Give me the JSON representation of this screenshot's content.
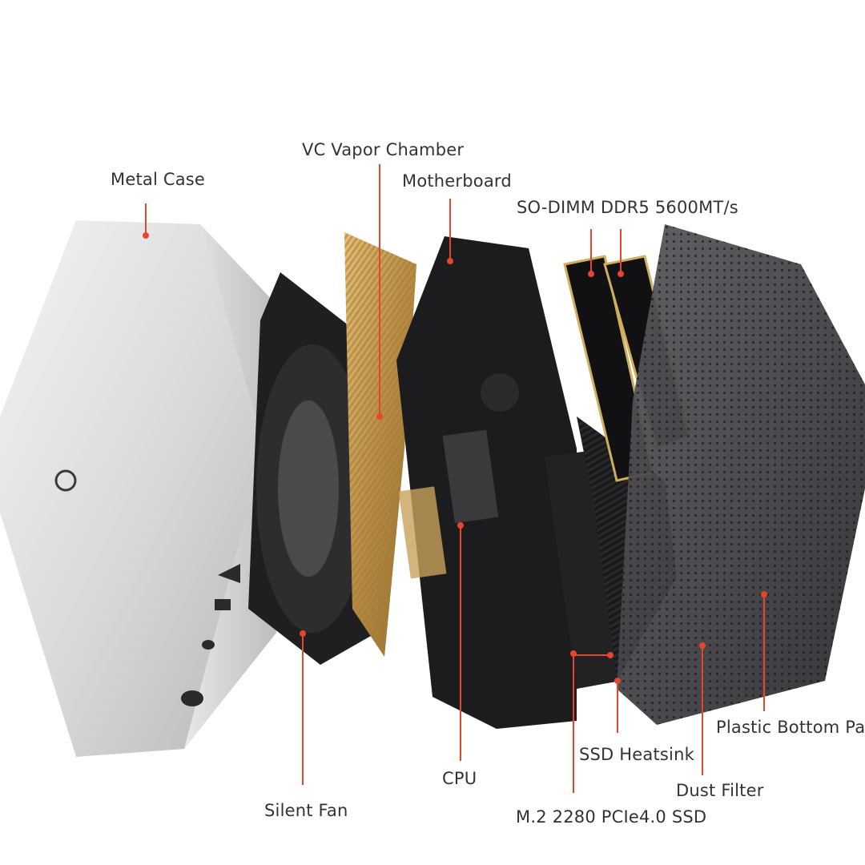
{
  "labels": {
    "metal_case": "Metal Case",
    "vc_vapor_chamber": "VC Vapor Chamber",
    "motherboard": "Motherboard",
    "so_dimm": "SO-DIMM DDR5 5600MT/s",
    "plastic_bottom": "Plastic Bottom Pa",
    "ssd_heatsink": "SSD Heatsink",
    "dust_filter": "Dust Filter",
    "cpu": "CPU",
    "silent_fan": "Silent Fan",
    "m2_ssd": "M.2 2280 PCIe4.0 SSD"
  },
  "colors": {
    "leader_line": "#e5462f",
    "label_text": "#333333",
    "case_silver": "#d9d9db",
    "board_black": "#1c1c1e",
    "copper_gold": "#c8a15a"
  }
}
